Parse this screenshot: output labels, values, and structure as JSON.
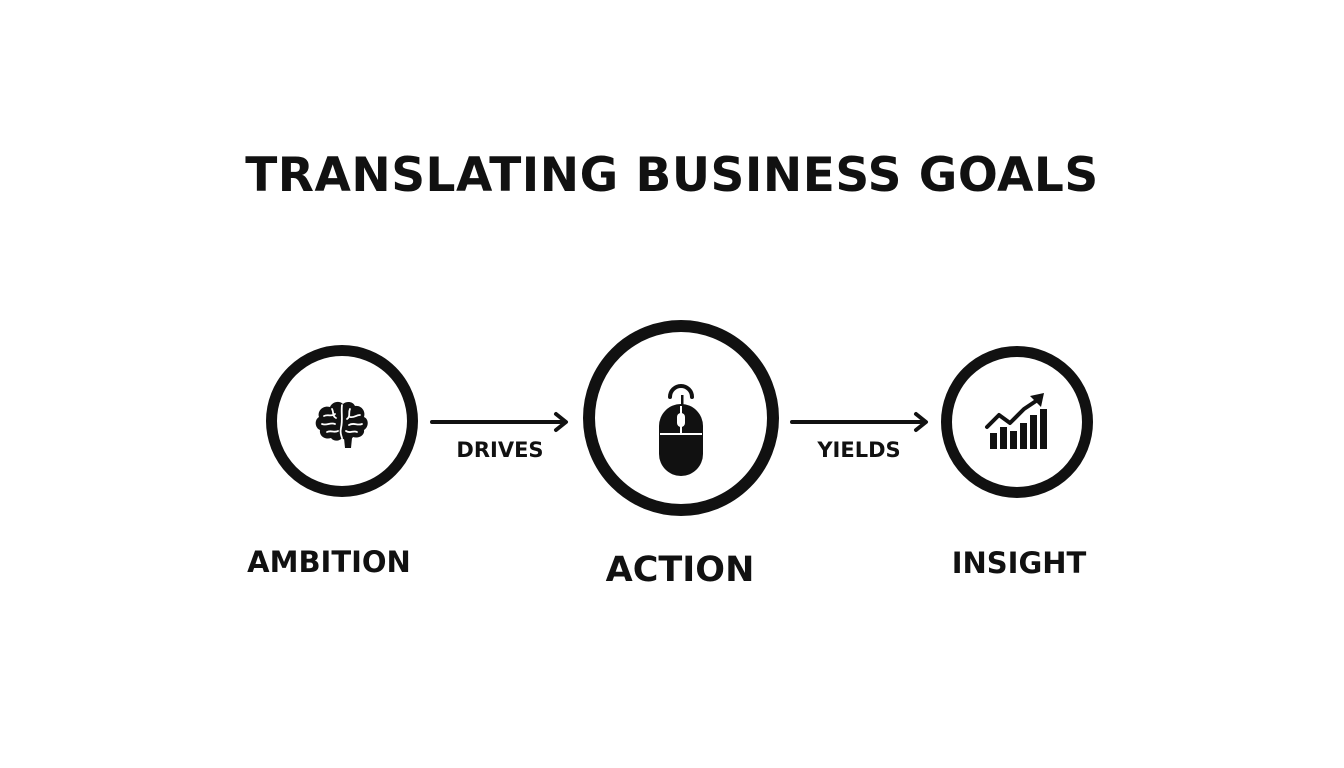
{
  "title": "TRANSLATING BUSINESS GOALS",
  "nodes": [
    {
      "label": "AMBITION",
      "icon": "brain-icon"
    },
    {
      "label": "ACTION",
      "icon": "mouse-icon"
    },
    {
      "label": "INSIGHT",
      "icon": "growth-chart-icon"
    }
  ],
  "connectors": [
    {
      "label": "DRIVES"
    },
    {
      "label": "YIELDS"
    }
  ],
  "colors": {
    "ink": "#111111",
    "background": "#ffffff"
  }
}
